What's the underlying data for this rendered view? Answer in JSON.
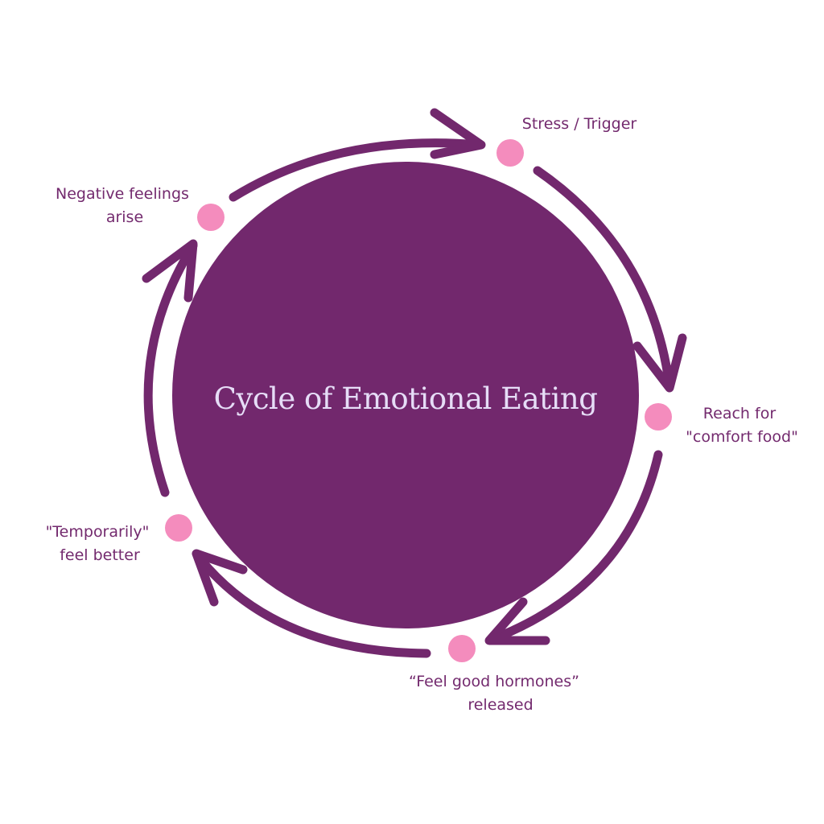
{
  "diagram": {
    "title": "Cycle of Emotional Eating",
    "colors": {
      "circle": "#72286d",
      "arrow": "#72286d",
      "node": "#f48cbd",
      "label_text": "#732a6e",
      "title_text": "#e6ddf7",
      "background": "#ffffff"
    },
    "steps": [
      {
        "id": "stress",
        "lines": [
          "Stress / Trigger"
        ]
      },
      {
        "id": "reach",
        "lines": [
          "Reach for",
          "\"comfort food\""
        ]
      },
      {
        "id": "hormones",
        "lines": [
          "“Feel good hormones”",
          "released"
        ]
      },
      {
        "id": "temporarily",
        "lines": [
          "\"Temporarily\"",
          "feel better"
        ]
      },
      {
        "id": "negative",
        "lines": [
          "Negative feelings",
          "arise"
        ]
      }
    ]
  }
}
